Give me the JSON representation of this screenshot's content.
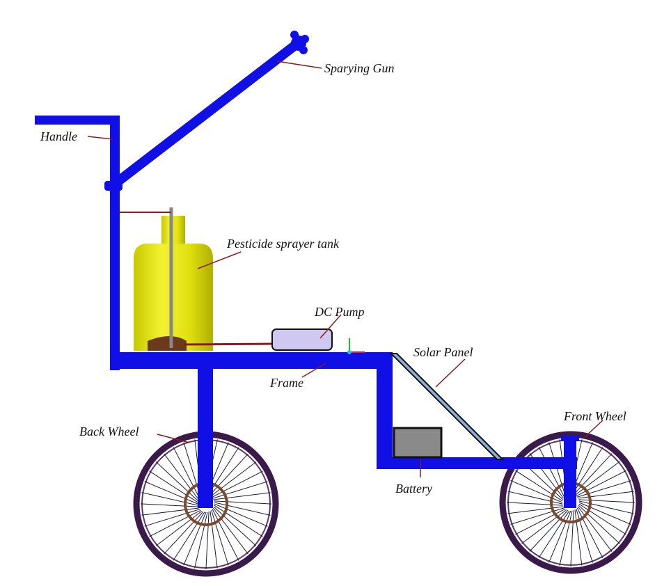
{
  "labels": {
    "spraying_gun": "Sparying Gun",
    "handle": "Handle",
    "tank": "Pesticide sprayer tank",
    "dc_pump": "DC Pump",
    "solar_panel": "Solar Panel",
    "frame": "Frame",
    "back_wheel": "Back Wheel",
    "front_wheel": "Front Wheel",
    "battery": "Battery"
  },
  "colors": {
    "frame": "#1010e6",
    "tank": "#e8e81a",
    "tank_shade": "#b8b800",
    "pump": "#cfc8f0",
    "battery": "#8a8a8a",
    "wheel_rim": "#3a1a4a",
    "spokes": "#1a1a3a",
    "hub": "#7a4a2a",
    "leader": "#8b1a1a",
    "solar_panel": "#8fb0d8",
    "fluid": "#6a3a1a"
  },
  "icons": {
    "spray_nozzle": "spray-nozzle-icon"
  }
}
